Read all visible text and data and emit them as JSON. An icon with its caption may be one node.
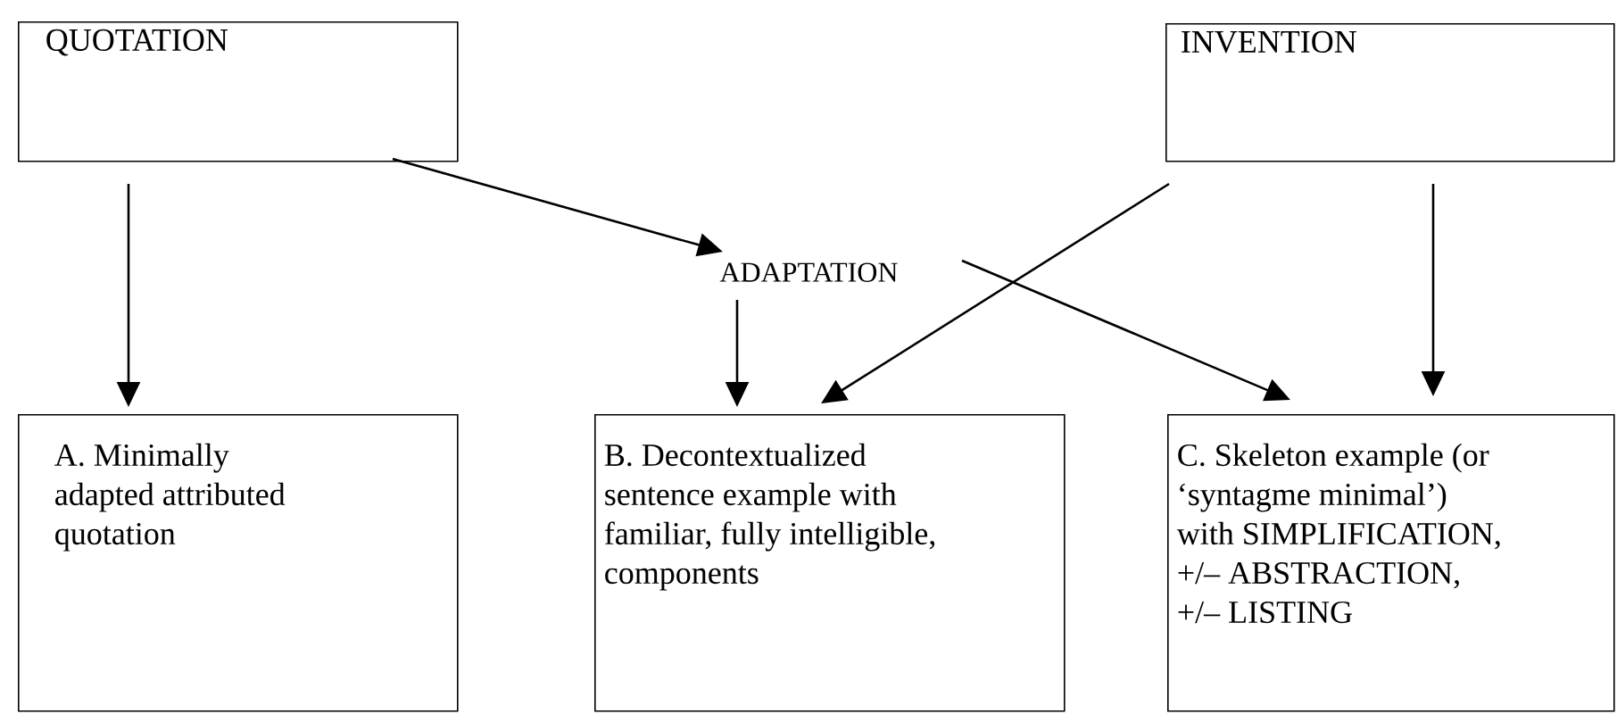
{
  "diagram": {
    "nodes": [
      {
        "text": [
          "QUOTATION"
        ]
      },
      {
        "text": [
          "INVENTION"
        ]
      },
      {
        "text": [
          "ADAPTATION"
        ]
      },
      {
        "text": [
          "A. Minimally adapted attributed quotation"
        ]
      },
      {
        "text": [
          "B. Decontextualized sentence example with familiar, fully intelligible, components"
        ]
      },
      {
        "text": [
          "C. Skeleton example (or ‘syntagme minimal’) with SIMPLIFICATION, +/– ABSTRACTION, +/– LISTING"
        ]
      }
    ],
    "edges": [
      {
        "from": 0,
        "to": 3,
        "arrow": "to"
      },
      {
        "from": 0,
        "to": 2,
        "arrow": "to"
      },
      {
        "from": 2,
        "to": 4,
        "arrow": "to"
      },
      {
        "from": 1,
        "to": 4,
        "arrow": "to"
      },
      {
        "from": 2,
        "to": 5,
        "arrow": "to"
      },
      {
        "from": 1,
        "to": 5,
        "arrow": "to"
      }
    ]
  }
}
